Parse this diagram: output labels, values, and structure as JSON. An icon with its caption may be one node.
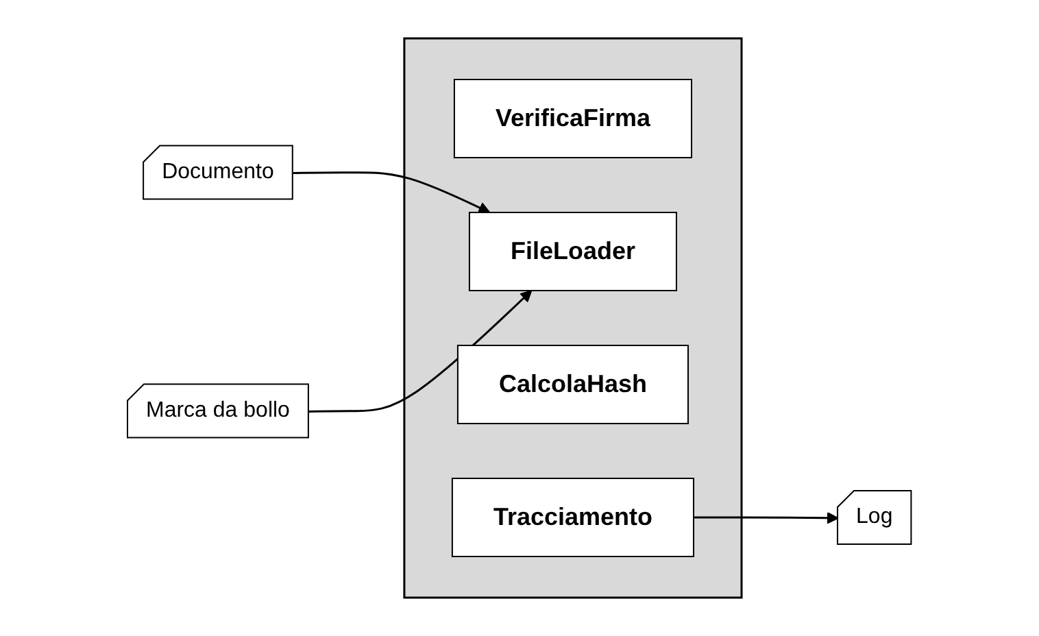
{
  "diagram": {
    "nodes": [
      {
        "text": [],
        "shape": "box"
      },
      {
        "text": [
          "VerificaFirma"
        ],
        "in": 0
      },
      {
        "text": [
          "FileLoader"
        ],
        "in": 0
      },
      {
        "text": [
          "Documento"
        ]
      },
      {
        "text": [
          "Marca da bollo"
        ]
      },
      {
        "text": [
          "CalcolaHash"
        ],
        "in": 0
      },
      {
        "text": [
          "Tracciamento"
        ],
        "in": 0
      },
      {
        "text": [
          "Log"
        ]
      }
    ],
    "edges": [
      {
        "from": 3,
        "to": 2,
        "arrow": "to"
      },
      {
        "from": 4,
        "to": 2,
        "arrow": "to"
      },
      {
        "from": 6,
        "to": 7,
        "arrow": "to"
      }
    ]
  }
}
